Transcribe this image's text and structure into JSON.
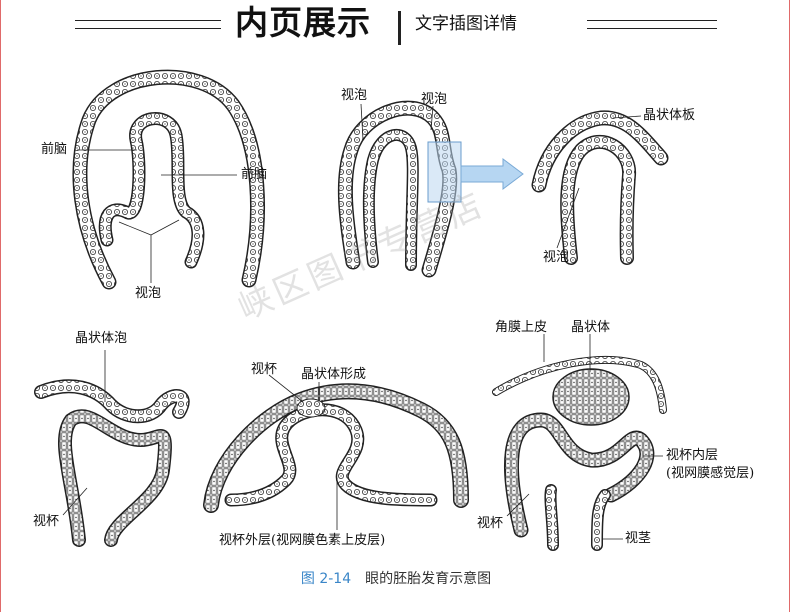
{
  "header": {
    "title": "内页展示",
    "subtitle": "文字插图详情"
  },
  "labels": {
    "d1_forebrain_left": "前脑",
    "d1_forebrain_right": "前脑",
    "d1_vesicle": "视泡",
    "d2_vesicle_a": "视泡",
    "d2_vesicle_b": "视泡",
    "d3_lens_plate": "晶状体板",
    "d3_vesicle": "视泡",
    "d4_lens_vesicle": "晶状体泡",
    "d4_cup": "视杯",
    "d5_cup": "视杯",
    "d5_lens_forming": "晶状体形成",
    "d5_outer_layer": "视杯外层(视网膜色素上皮层)",
    "d6_corneal_epithelium": "角膜上皮",
    "d6_lens": "晶状体",
    "d6_inner_layer": "视杯内层",
    "d6_inner_layer_note": "(视网膜感觉层)",
    "d6_cup": "视杯",
    "d6_stalk": "视茎"
  },
  "watermark": "峡区图书专营店",
  "caption": {
    "number": "图 2-14",
    "text": "眼的胚胎发育示意图"
  },
  "colors": {
    "caption_number": "#3a86c8",
    "highlight_box": "#bcd7f0",
    "arrow": "#b6d6f2",
    "border": "#e06a6a"
  }
}
